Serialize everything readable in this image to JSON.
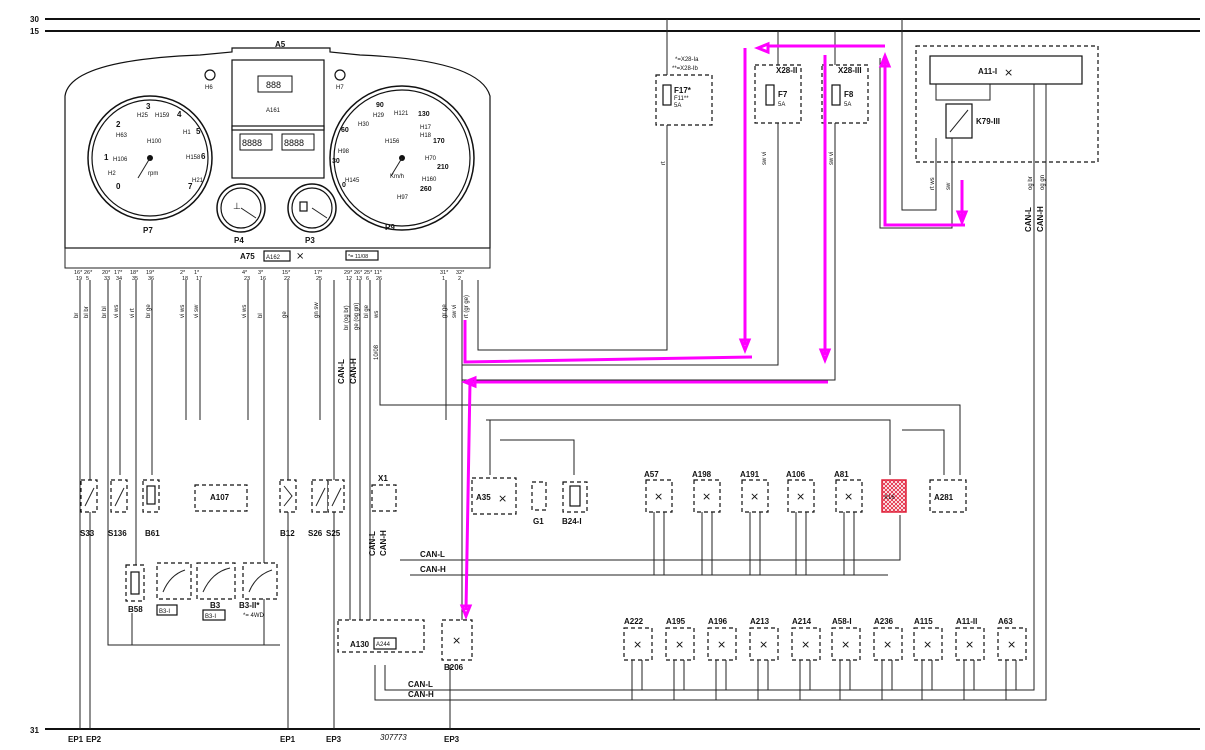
{
  "rails": {
    "top1": "30",
    "top2": "15",
    "bottom": "31"
  },
  "cluster": {
    "title": "A5",
    "display": "A161",
    "lamp_left": "H6",
    "lamp_right": "H7",
    "tacho": "P7",
    "tacho_unit": "rpm",
    "gauge_left": "P4",
    "gauge_right": "P3",
    "speedo": "P9",
    "speedo_unit": "Km/h",
    "tacho_ticks": [
      "0",
      "1",
      "2",
      "3",
      "4",
      "5",
      "6",
      "7"
    ],
    "tacho_lamps": [
      "H63",
      "H25",
      "H159",
      "H1",
      "H100",
      "H106",
      "H2",
      "H158",
      "H21"
    ],
    "speedo_ticks": [
      "90",
      "130",
      "170",
      "210",
      "260",
      "60",
      "30",
      "0"
    ],
    "speedo_lamps": [
      "H29",
      "H121",
      "H30",
      "H17",
      "H18",
      "H98",
      "H156",
      "H70",
      "H145",
      "H160",
      "H97"
    ],
    "board": "A75",
    "board_box": "A162",
    "note": "*= 11/08",
    "pin_pairs": [
      [
        "16*",
        "19"
      ],
      [
        "26*",
        "5"
      ],
      [
        "20*",
        "33"
      ],
      [
        "17*",
        "34"
      ],
      [
        "18*",
        "35"
      ],
      [
        "19*",
        "36"
      ],
      [
        "2*",
        "18"
      ],
      [
        "1*",
        "17"
      ],
      [
        "4*",
        "23"
      ],
      [
        "3*",
        "16"
      ],
      [
        "15*",
        "22"
      ],
      [
        "17*",
        "25"
      ],
      [
        "29*",
        "12"
      ],
      [
        "26*",
        "13"
      ],
      [
        "25*",
        "6"
      ],
      [
        "11*",
        "26"
      ],
      [
        "31*",
        "1"
      ],
      [
        "32*",
        "2"
      ]
    ]
  },
  "fuses": {
    "f17": {
      "name": "F17*",
      "alt": "F11**",
      "amp": "5A",
      "note1": "*=X28-Ia",
      "note2": "**=X28-Ib"
    },
    "f7": {
      "header": "X28-II",
      "name": "F7",
      "amp": "5A"
    },
    "f8": {
      "header": "X28-III",
      "name": "F8",
      "amp": "5A"
    }
  },
  "relay_module": {
    "title": "A11-I",
    "relay": "K79-III"
  },
  "wire_labels": [
    "br",
    "bl br",
    "br bl",
    "vi ws",
    "vi rt",
    "br ge",
    "vi ws",
    "vi sw",
    "vi ws",
    "bl",
    "ge",
    "gn sw",
    "br (og br)",
    "ge (og gn)",
    "bl ge",
    "ws",
    "gr ge",
    "sw vi",
    "rt (gr ge)",
    "sw vi",
    "sw vi",
    "rt",
    "rt ws",
    "sw",
    "og br",
    "og gn"
  ],
  "bus": {
    "canl": "CAN-L",
    "canh": "CAN-H",
    "date": "10/08"
  },
  "left_parts": [
    "S33",
    "S136",
    "B61",
    "A107",
    "B58",
    "B3",
    "B3-I",
    "B3-II*",
    "B12",
    "S26",
    "S25",
    "X1"
  ],
  "left_note": "*= 4WD",
  "mid_parts": [
    "A35",
    "G1",
    "B24-I",
    "A130",
    "A244",
    "B206"
  ],
  "top_row": [
    "A57",
    "A198",
    "A191",
    "A106",
    "A81",
    "X16",
    "A281"
  ],
  "bottom_row": [
    "A222",
    "A195",
    "A196",
    "A213",
    "A214",
    "A58-I",
    "A236",
    "A115",
    "A11-II",
    "A63"
  ],
  "grounds": [
    "EP1",
    "EP2",
    "EP1",
    "EP3",
    "EP3"
  ],
  "drawing_number": "307773",
  "colors": {
    "highlight": "#ff00ff",
    "hatch": "#e0203a",
    "line": "#222222"
  }
}
